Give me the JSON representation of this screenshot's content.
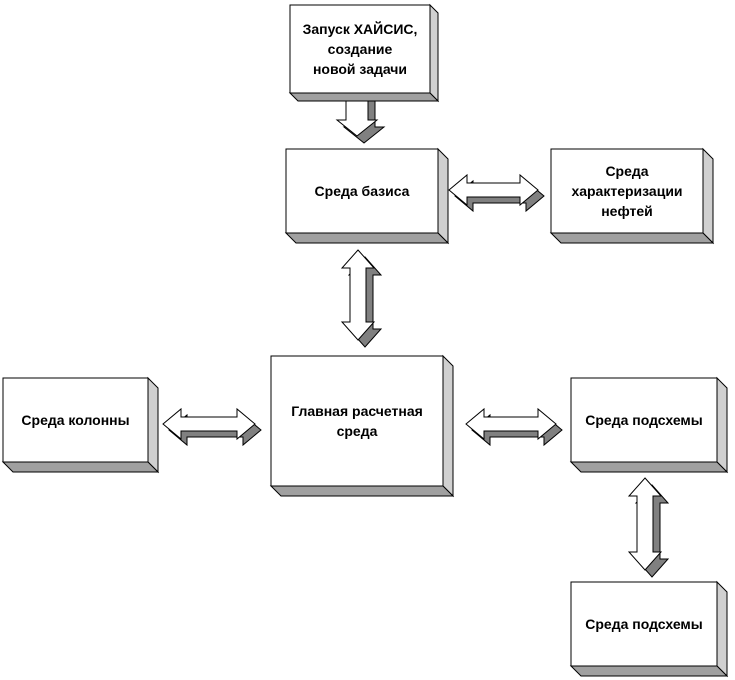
{
  "colors": {
    "box_fill": "#ffffff",
    "box_stroke": "#000000",
    "shadow_right": "#d0d0d0",
    "shadow_bottom": "#a0a0a0",
    "arrow_light": "#ffffff",
    "arrow_dark": "#808080"
  },
  "nodes": {
    "start": {
      "lines": [
        "Запуск ХАЙСИС,",
        "создание",
        "новой задачи"
      ]
    },
    "basis": {
      "lines": [
        "Среда базиса"
      ]
    },
    "oil": {
      "lines": [
        "Среда",
        "характеризации",
        "нефтей"
      ]
    },
    "column": {
      "lines": [
        "Среда колонны"
      ]
    },
    "main": {
      "lines": [
        "Главная расчетная",
        "среда"
      ]
    },
    "subflow1": {
      "lines": [
        "Среда подсхемы"
      ]
    },
    "subflow2": {
      "lines": [
        "Среда подсхемы"
      ]
    }
  },
  "connections": [
    {
      "from": "start",
      "to": "basis",
      "direction": "one-way"
    },
    {
      "from": "basis",
      "to": "oil",
      "direction": "two-way"
    },
    {
      "from": "basis",
      "to": "main",
      "direction": "two-way"
    },
    {
      "from": "column",
      "to": "main",
      "direction": "two-way"
    },
    {
      "from": "main",
      "to": "subflow1",
      "direction": "two-way"
    },
    {
      "from": "subflow1",
      "to": "subflow2",
      "direction": "two-way"
    }
  ]
}
